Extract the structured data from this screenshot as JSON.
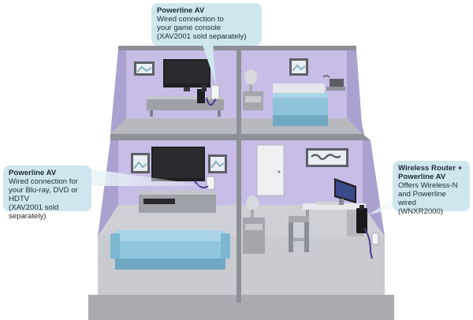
{
  "colors": {
    "wall_purple": "#c7bde6",
    "wall_purple_dark": "#aba1d1",
    "floor_gray": "#b7b9bf",
    "floor_light": "#d6d7db",
    "callout_bg": "#cfe6ef",
    "cable": "#4a3a8f",
    "tv": "#1f1f22",
    "couch": "#8fc5de",
    "bed_cover": "#8fc3dc"
  },
  "callouts": {
    "top": {
      "title": "Powerline AV",
      "lines": [
        "Wired connection to",
        "your game console",
        "(XAV2001 sold separately)"
      ]
    },
    "left": {
      "title": "Powerline AV",
      "lines": [
        "Wired connection for",
        "your Blu-ray, DVD or HDTV",
        "(XAV2001 sold separately)"
      ]
    },
    "right": {
      "title_lines": [
        "Wireless Router +",
        "Powerline AV"
      ],
      "lines": [
        "Offers Wireless-N",
        "and Powerline wired",
        "(WNXR2000)"
      ]
    }
  }
}
